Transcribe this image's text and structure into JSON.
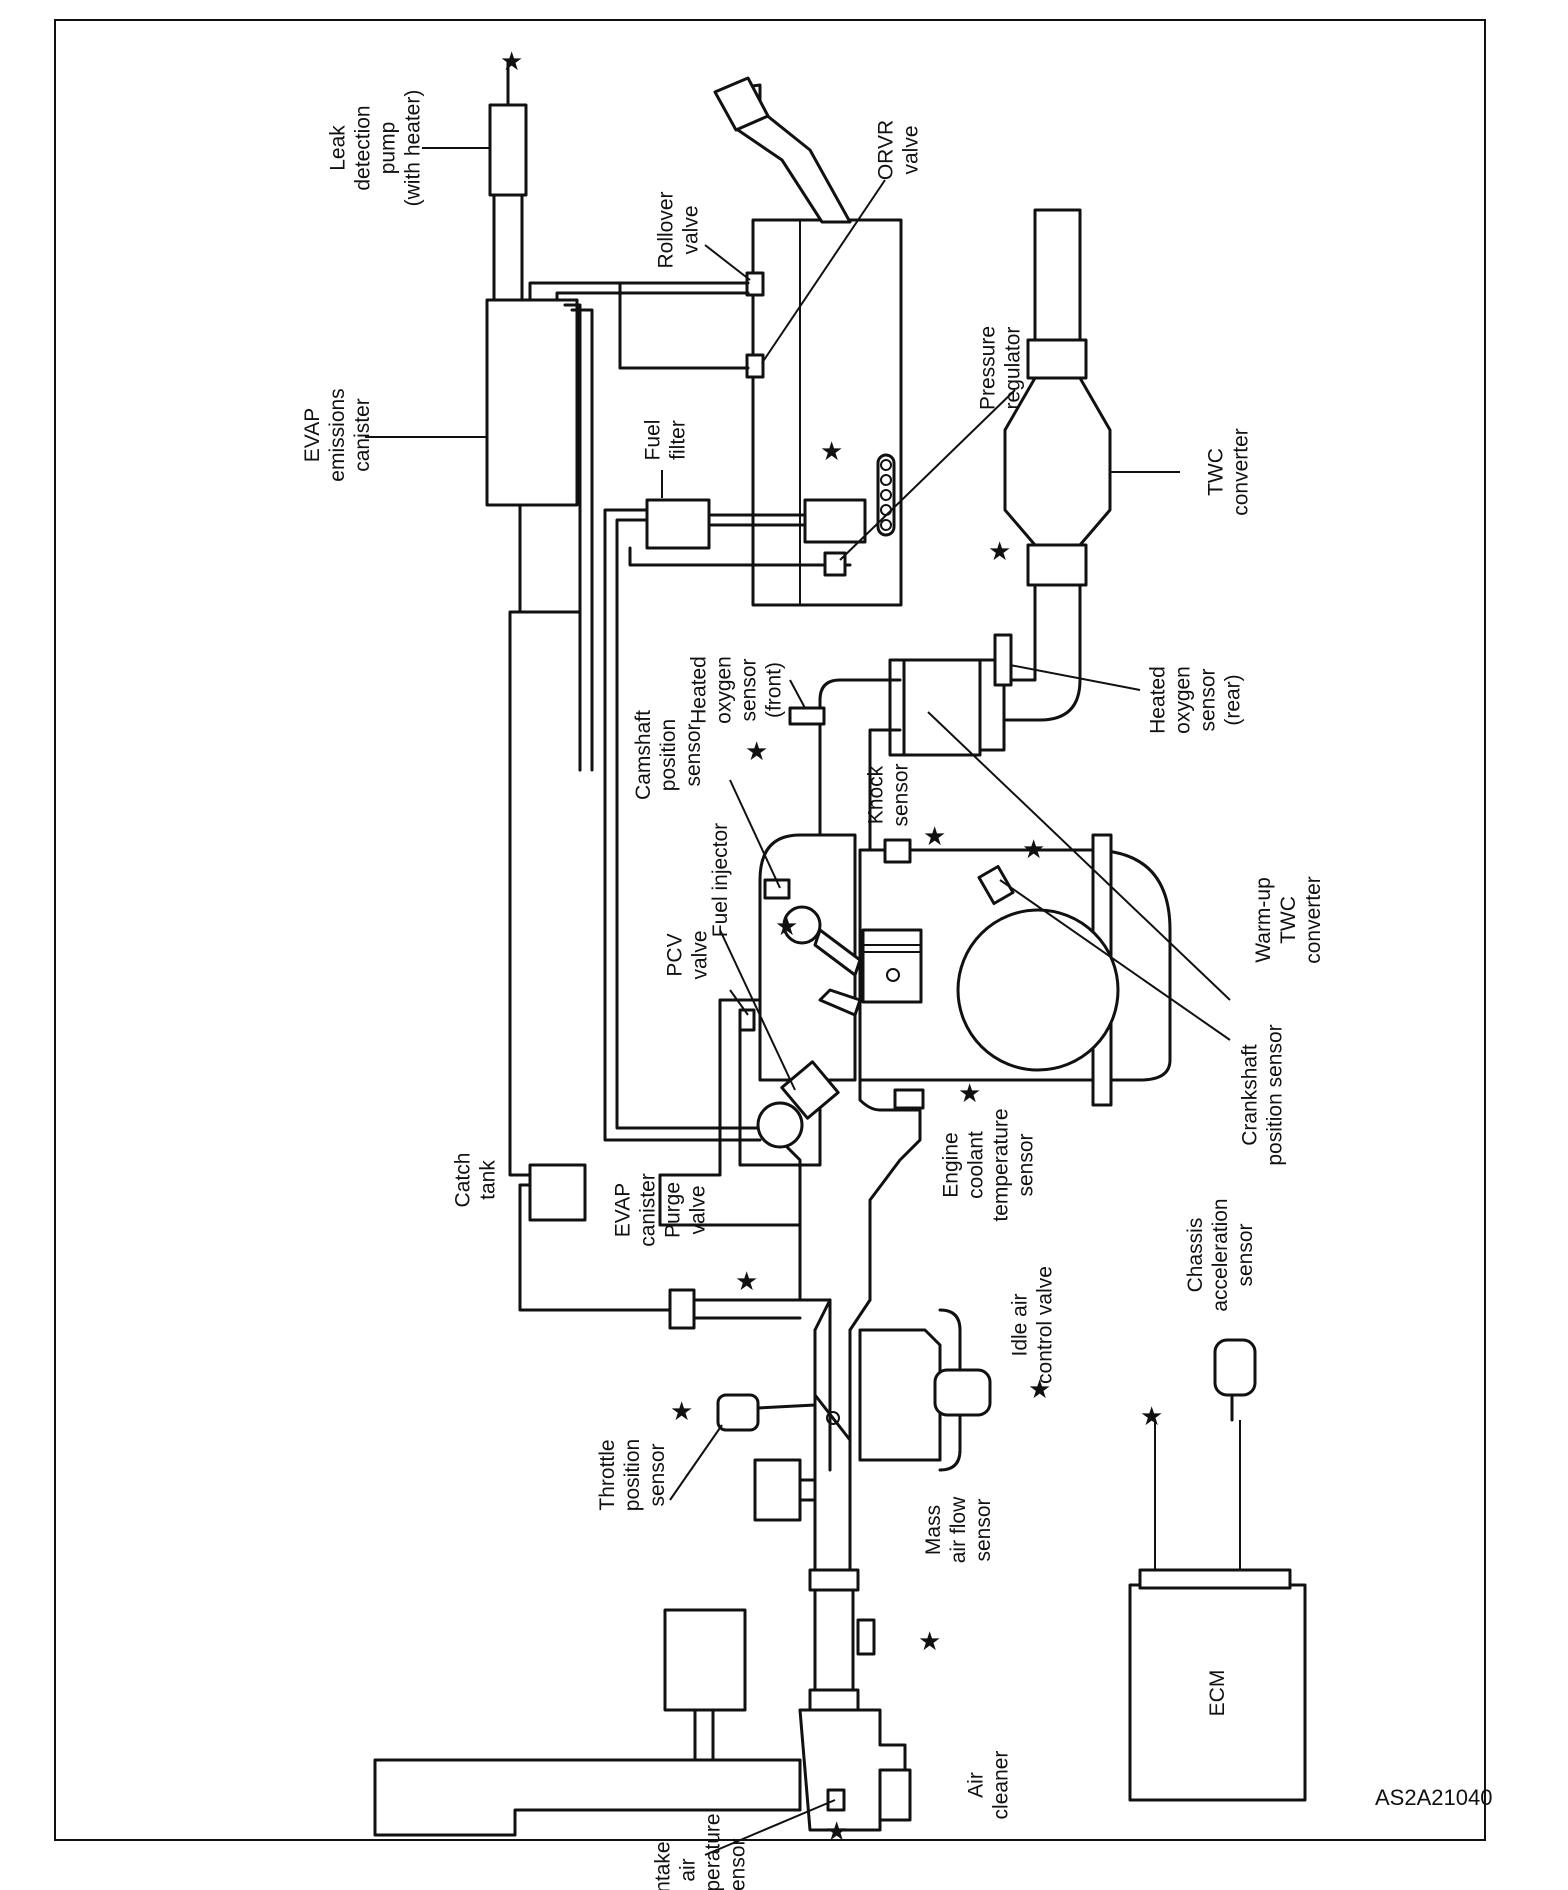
{
  "figure_id": "AS2A21040",
  "labels": {
    "leak_pump": [
      "Leak",
      "detection",
      "pump",
      "(with heater)"
    ],
    "rollover_valve": [
      "Rollover",
      "valve"
    ],
    "orvr_valve": [
      "ORVR",
      "valve"
    ],
    "evap_canister": [
      "EVAP",
      "emissions",
      "canister"
    ],
    "fuel_filter": [
      "Fuel",
      "filter"
    ],
    "pressure_regulator": [
      "Pressure",
      "regulator"
    ],
    "twc_converter": [
      "TWC",
      "converter"
    ],
    "heated_o2_rear": [
      "Heated",
      "oxygen",
      "sensor",
      "(rear)"
    ],
    "heated_o2_front": [
      "Heated",
      "oxygen",
      "sensor",
      "(front)"
    ],
    "camshaft_sensor": [
      "Camshaft",
      "position",
      "sensor"
    ],
    "knock_sensor": [
      "Knock",
      "sensor"
    ],
    "warmup_twc": [
      "Warm-up",
      "TWC",
      "converter"
    ],
    "fuel_injector": [
      "Fuel injector"
    ],
    "pcv_valve": [
      "PCV",
      "valve"
    ],
    "crankshaft_sensor": [
      "Crankshaft",
      "position sensor"
    ],
    "coolant_sensor": [
      "Engine",
      "coolant",
      "temperature",
      "sensor"
    ],
    "catch_tank": [
      "Catch",
      "tank"
    ],
    "purge_valve": [
      "EVAP",
      "canister",
      "Purge",
      "valve"
    ],
    "idle_air_valve": [
      "Idle air",
      "control valve"
    ],
    "chassis_sensor": [
      "Chassis",
      "acceleration",
      "sensor"
    ],
    "throttle_sensor": [
      "Throttle",
      "position",
      "sensor"
    ],
    "maf_sensor": [
      "Mass",
      "air flow",
      "sensor"
    ],
    "intake_air_sensor": [
      "Intake",
      "air",
      "temperature",
      "sensor"
    ],
    "air_cleaner": [
      "Air",
      "cleaner"
    ],
    "ecm": [
      "ECM"
    ]
  },
  "star_symbol": "★"
}
